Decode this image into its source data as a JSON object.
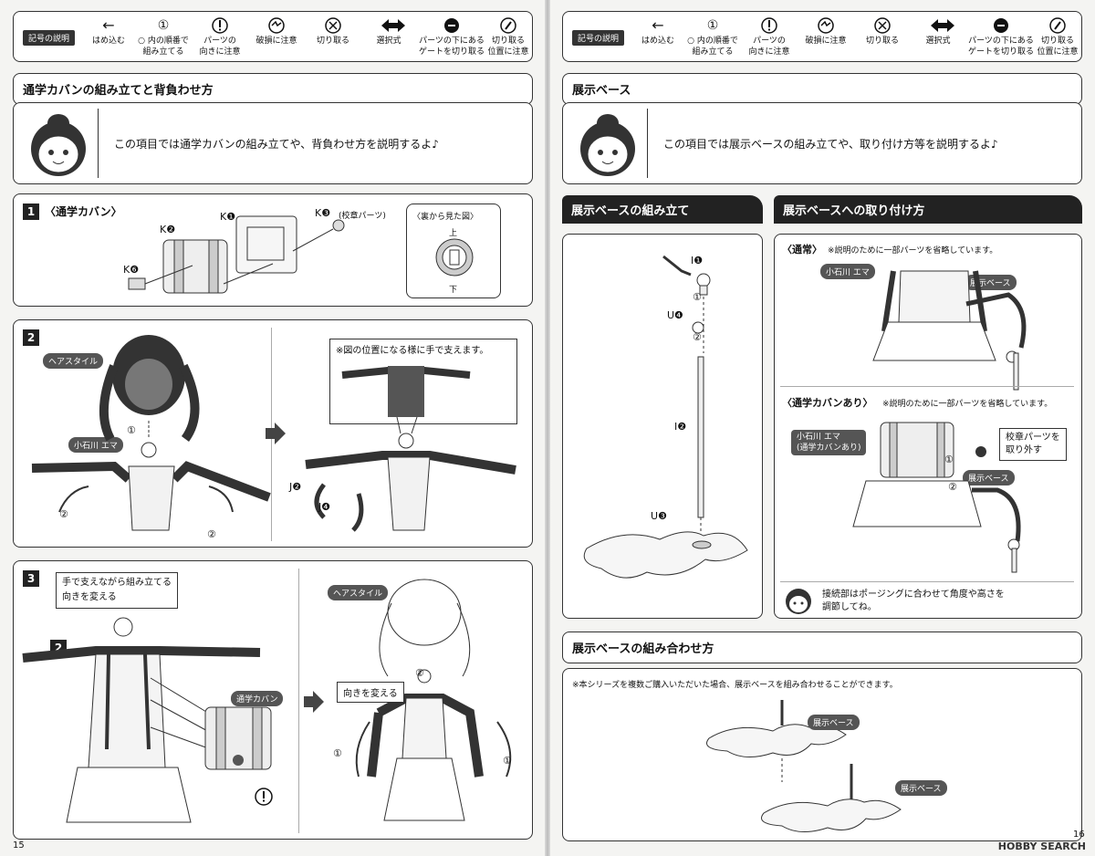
{
  "legend": {
    "tag": "記号の説明",
    "items": [
      {
        "icon": "arrow-left-icon",
        "label": "はめ込む"
      },
      {
        "icon": "circle-number-icon",
        "label": "○ 内の順番で\n組み立てる"
      },
      {
        "icon": "exclamation-icon",
        "label": "パーツの\n向きに注意"
      },
      {
        "icon": "broken-part-icon",
        "label": "破損に注意"
      },
      {
        "icon": "cut-icon",
        "label": "切り取る"
      },
      {
        "icon": "choice-arrow-icon",
        "label": "選択式"
      },
      {
        "icon": "gate-cut-icon",
        "label": "パーツの下にある\nゲートを切り取る"
      },
      {
        "icon": "position-cut-icon",
        "label": "切り取る\n位置に注意"
      }
    ],
    "symbol_arrow": "←",
    "symbol_circle": "①",
    "symbol_excl": "!"
  },
  "left": {
    "section_title": "通学カバンの組み立てと背負わせ方",
    "intro": "この項目では通学カバンの組み立てや、背負わせ方を説明するよ♪",
    "step1": {
      "num": "1",
      "title": "〈通学カバン〉",
      "k1": "K❶",
      "k2": "K❷",
      "k3": "K❸",
      "k3_note": "(校章パーツ)",
      "k6": "K❻",
      "inset_title": "〈裏から見た図〉",
      "inset_up": "上",
      "inset_down": "下"
    },
    "step2": {
      "num": "2",
      "hair": "ヘアスタイル",
      "body": "小石川 エマ",
      "c1": "①",
      "c2a": "②",
      "c2b": "②",
      "note": "※図の位置になる様に手で支えます。",
      "j2": "J❷",
      "j4": "J❹"
    },
    "step3": {
      "num": "3",
      "sub": "2",
      "note_line1": "手で支えながら組み立てる",
      "note_line2": "向きを変える",
      "bag": "通学カバン",
      "hair": "ヘアスタイル",
      "turn": "向きを変える",
      "c2": "②",
      "c1a": "①",
      "c1b": "①"
    },
    "page_number": "15"
  },
  "right": {
    "section_title": "展示ベース",
    "intro": "この項目では展示ベースの組み立てや、取り付け方等を説明するよ♪",
    "assembly": {
      "title": "展示ベースの組み立て",
      "i1": "I❶",
      "u4": "U❹",
      "i2": "I❷",
      "u3": "U❸",
      "c1": "①",
      "c2": "②"
    },
    "mount": {
      "title": "展示ベースへの取り付け方",
      "normal_title": "〈通常〉",
      "normal_note": "※説明のために一部パーツを省略しています。",
      "normal_figure": "小石川 エマ",
      "normal_base": "展示ベース",
      "bag_title": "〈通学カバンあり〉",
      "bag_note": "※説明のために一部パーツを省略しています。",
      "bag_figure_line1": "小石川 エマ",
      "bag_figure_line2": "(通学カバンあり)",
      "bag_parts_line1": "校章パーツを",
      "bag_parts_line2": "取り外す",
      "bag_base": "展示ベース",
      "c1": "①",
      "c2": "②",
      "tip_line1": "接続部はポージングに合わせて角度や高さを",
      "tip_line2": "調節してね。"
    },
    "combine": {
      "title": "展示ベースの組み合わせ方",
      "note": "※本シリーズを複数ご購入いただいた場合、展示ベースを組み合わせることができます。",
      "base1": "展示ベース",
      "base2": "展示ベース"
    },
    "page_number": "16",
    "watermark": "HOBBY SEARCH"
  }
}
